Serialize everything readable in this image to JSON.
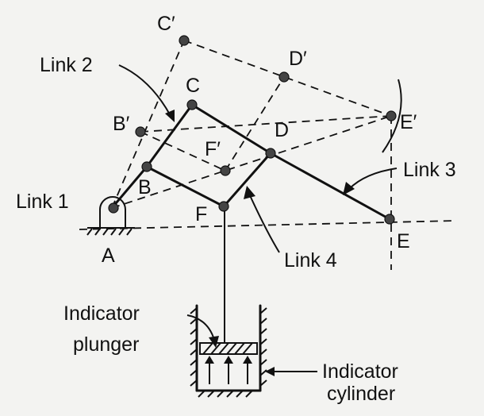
{
  "points": {
    "A": "A",
    "B": "B",
    "C": "C",
    "D": "D",
    "E": "E",
    "F": "F",
    "B_prime": "B′",
    "C_prime": "C′",
    "D_prime": "D′",
    "E_prime": "E′",
    "F_prime": "F′"
  },
  "links": {
    "link1": "Link 1",
    "link2": "Link 2",
    "link3": "Link 3",
    "link4": "Link 4"
  },
  "labels": {
    "plunger_line1": "Indicator",
    "plunger_line2": "plunger",
    "cylinder_line1": "Indicator",
    "cylinder_line2": "cylinder"
  }
}
